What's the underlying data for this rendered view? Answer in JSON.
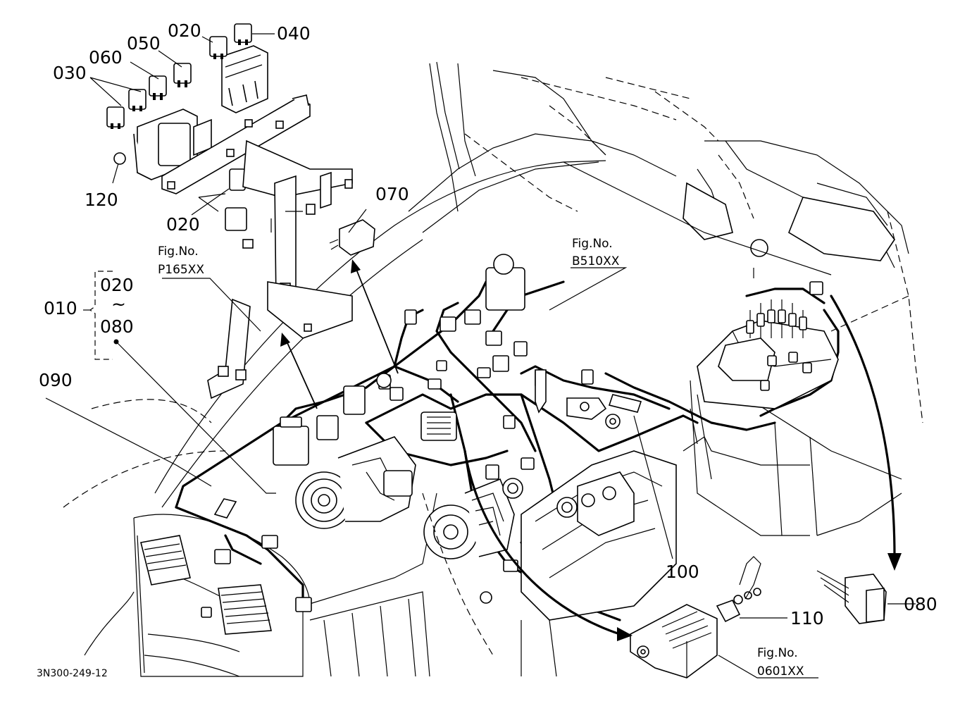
{
  "diagram_id": "3N300-249-12",
  "labels": {
    "p010": "010",
    "p020_top": "020",
    "p020_mid": "020",
    "p020_range": "020",
    "p030": "030",
    "p040": "040",
    "p050": "050",
    "p060": "060",
    "p070": "070",
    "p080_range": "080",
    "p080": "080",
    "p090": "090",
    "p100": "100",
    "p110": "110",
    "p120": "120",
    "tilde": "~"
  },
  "refs": {
    "p165": {
      "prefix": "Fig.No.",
      "code": "P165XX"
    },
    "b510": {
      "prefix": "Fig.No.",
      "code": "B510XX"
    },
    "f0601": {
      "prefix": "Fig.No.",
      "code": "0601XX"
    }
  }
}
